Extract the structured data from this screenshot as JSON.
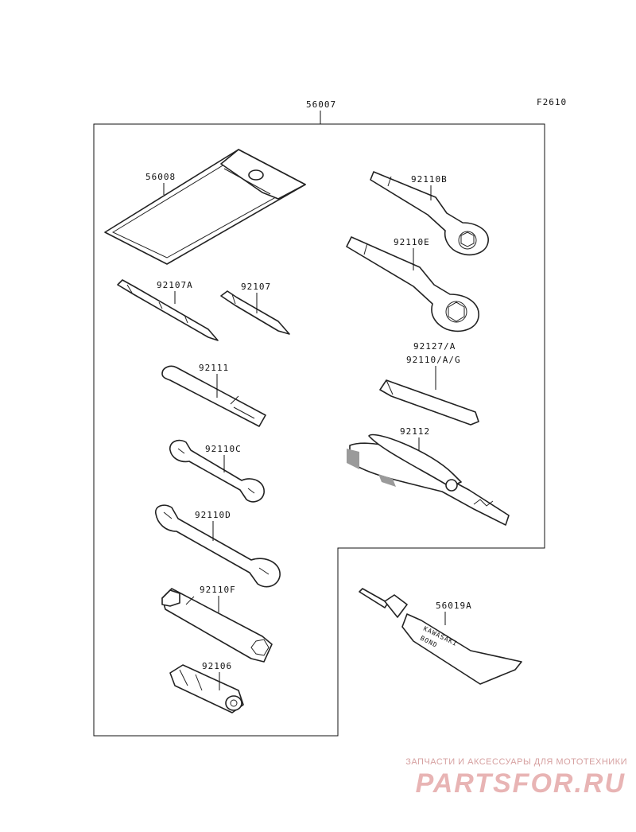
{
  "diagram_code": "F2610",
  "assembly_label": "56007",
  "parts": {
    "p56008": "56008",
    "p92110B": "92110B",
    "p92110E": "92110E",
    "p92107A": "92107A",
    "p92107": "92107",
    "p92127A": "92127/A",
    "p92110AG": "92110/A/G",
    "p92111": "92111",
    "p92112": "92112",
    "p92110C": "92110C",
    "p92110D": "92110D",
    "p92110F": "92110F",
    "p56019A": "56019A",
    "p92106": "92106"
  },
  "tube_text": {
    "brand": "KAWASAKI",
    "product": "BOND"
  },
  "watermark": {
    "tagline": "ЗАПЧАСТИ И АКСЕССУАРЫ ДЛЯ МОТОТЕХНИКИ",
    "logo": "PARTSFOR.RU",
    "color": "#e8b4b4"
  }
}
